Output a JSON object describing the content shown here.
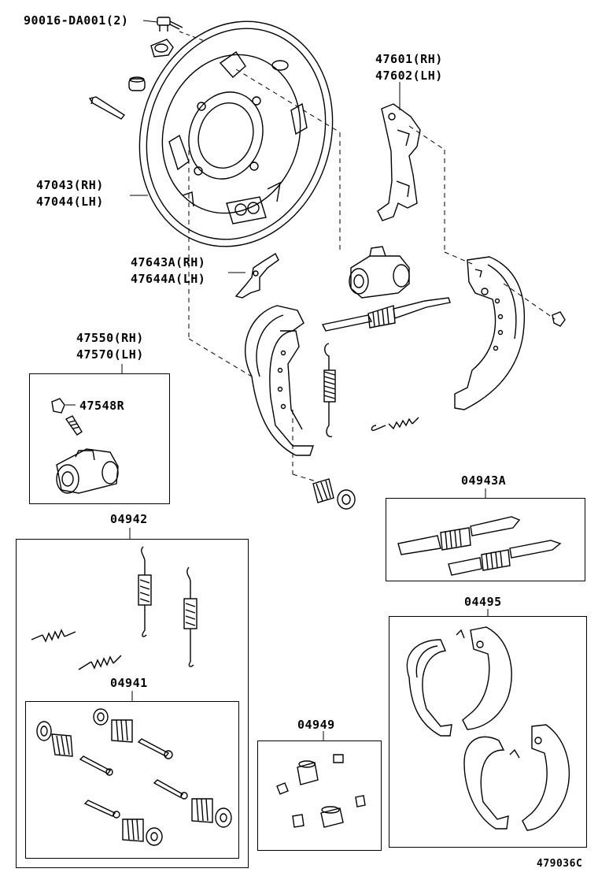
{
  "labels": {
    "bolt": "90016-DA001(2)",
    "retainer_rh": "47601(RH)",
    "retainer_lh": "47602(LH)",
    "plate_rh": "47043(RH)",
    "plate_lh": "47044(LH)",
    "strut_rh": "47643A(RH)",
    "strut_lh": "47644A(LH)",
    "cyl_rh": "47550(RH)",
    "cyl_lh": "47570(LH)",
    "bleeder": "47548R",
    "kit_04942": "04942",
    "kit_04941": "04941",
    "kit_04949": "04949",
    "kit_04943a": "04943A",
    "kit_04495": "04495",
    "ref": "479036C"
  }
}
